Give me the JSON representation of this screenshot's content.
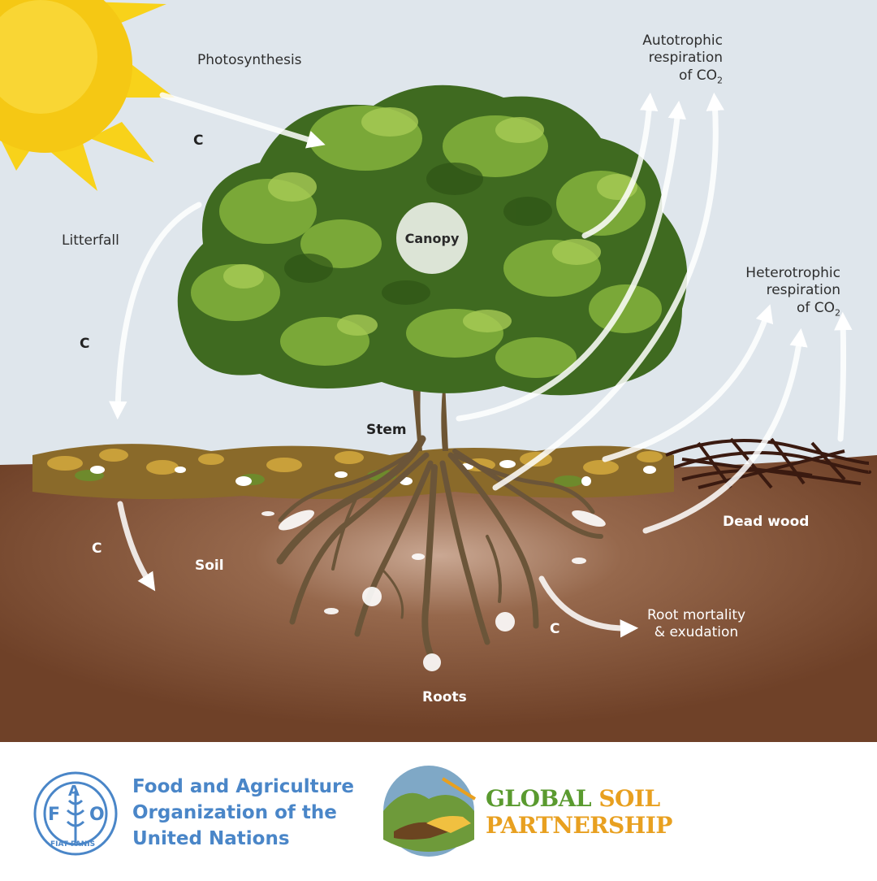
{
  "labels": {
    "photosynthesis": "Photosynthesis",
    "litterfall": "Litterfall",
    "c_top": "C",
    "c_left": "C",
    "c_soil": "C",
    "c_root": "C",
    "canopy": "Canopy",
    "stem": "Stem",
    "soil": "Soil",
    "roots": "Roots",
    "dead_wood": "Dead wood",
    "auto_line1": "Autotrophic",
    "auto_line2": "respiration",
    "auto_line3": "of CO",
    "auto_sub": "2",
    "hetero_line1": "Heterotrophic",
    "hetero_line2": "respiration",
    "hetero_line3": "of CO",
    "hetero_sub": "2",
    "root_mort_line1": "Root mortality",
    "root_mort_line2": "& exudation"
  },
  "footer": {
    "fao_line1": "Food and Agriculture",
    "fao_line2": "Organization of the",
    "fao_line3": "United Nations",
    "fao_emblem_letters": [
      "F",
      "A",
      "O"
    ],
    "fao_motto": "FIAT PANIS",
    "gsp_word1": "GLOBAL",
    "gsp_word2": "SOIL",
    "gsp_word3": "PARTNERSHIP"
  },
  "colors": {
    "sky": "#dfe6ec",
    "soil": "#7a4b30",
    "canopy_dark": "#3f6a20",
    "canopy_light": "#8ab83f",
    "trunk": "#6d5533",
    "sun": "#f7c815",
    "arrow": "#ffffff",
    "fao_blue": "#4a86c8",
    "gsp_green": "#5a9a2f",
    "gsp_orange": "#e8a020"
  },
  "icons": [
    "sun-icon",
    "tree-icon",
    "fao-emblem-icon",
    "gsp-globe-handshake-icon"
  ]
}
